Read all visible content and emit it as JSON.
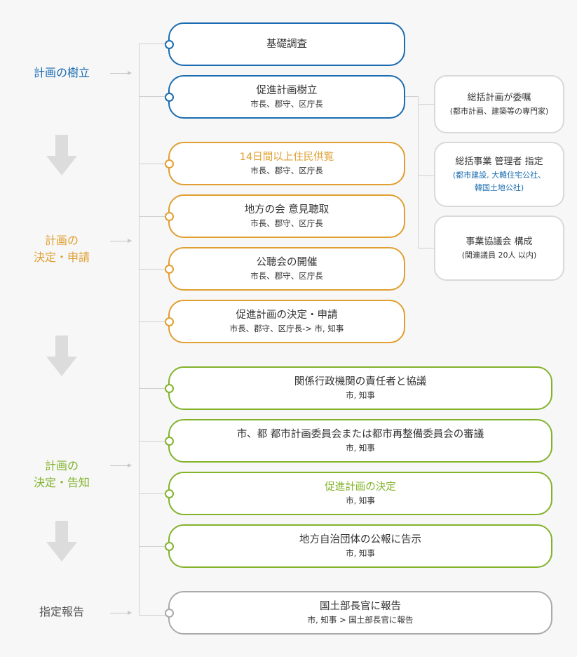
{
  "stages": [
    {
      "label_line1": "計画の樹立",
      "label_line2": "",
      "color": "#1a6bb0"
    },
    {
      "label_line1": "計画の",
      "label_line2": "決定・申請",
      "color": "#e09f30"
    },
    {
      "label_line1": "計画の",
      "label_line2": "決定・告知",
      "color": "#82b32b"
    },
    {
      "label_line1": "指定報告",
      "label_line2": "",
      "color": "#555555"
    }
  ],
  "steps": [
    {
      "title": "基礎調査",
      "sub": ""
    },
    {
      "title": "促進計画樹立",
      "sub": "市長、郡守、区庁長"
    },
    {
      "title": "14日間以上住民供覧",
      "sub": "市長、郡守、区庁長"
    },
    {
      "title": "地方の会  意見聴取",
      "sub": "市長、郡守、区庁長"
    },
    {
      "title": "公聴会の開催",
      "sub": "市長、郡守、区庁長"
    },
    {
      "title": "促進計画の決定・申請",
      "sub": "市長、郡守、区庁長-> 市, 知事"
    },
    {
      "title": "関係行政機関の責任者と協議",
      "sub": "市,  知事"
    },
    {
      "title": "市、都  都市計画委員会または都市再整備委員会の審議",
      "sub": "市,  知事"
    },
    {
      "title": "促進計画の決定",
      "sub": "市,  知事"
    },
    {
      "title": "地方自治団体の公報に告示",
      "sub": "市,  知事"
    },
    {
      "title": "国土部長官に報告",
      "sub": "市, 知事  >  国土部長官に報告"
    }
  ],
  "side_notes": [
    {
      "title": "総括計画が委嘱",
      "sub1": "(都市計画、建築等の専門家)",
      "sub2": ""
    },
    {
      "title": "総括事業    管理者    指定",
      "sub1": "(都市建設, 大韓住宅公社、",
      "sub2": "韓国土地公社)"
    },
    {
      "title": "事業協議会    構成",
      "sub1": "(関連議員  20人  以内)",
      "sub2": ""
    }
  ],
  "colors": {
    "blue": "#1a6bb0",
    "orange": "#e09f30",
    "green": "#82b32b",
    "gray": "#aaaaaa"
  }
}
